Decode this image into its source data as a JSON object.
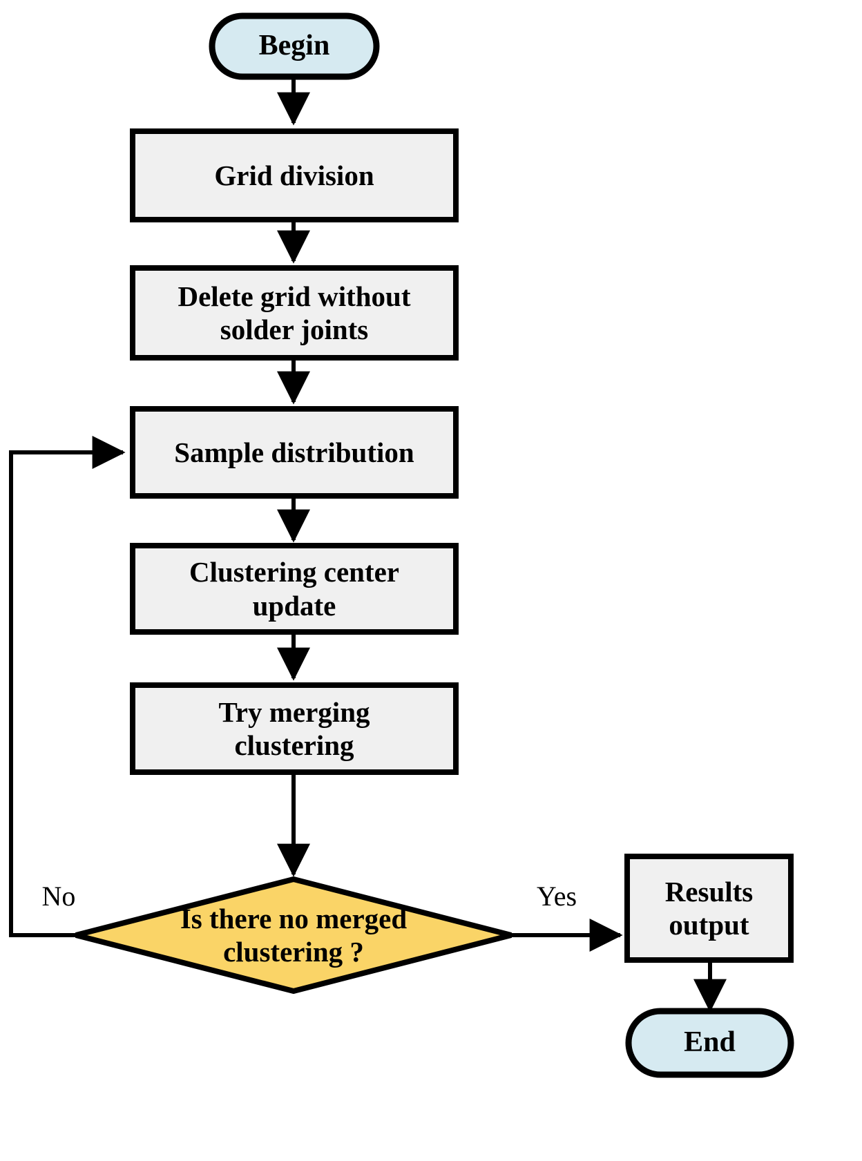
{
  "diagram": {
    "title": "Grid-based clustering algorithm flowchart",
    "type": "flowchart",
    "colors": {
      "terminal_fill": "#d6eaf1",
      "process_fill": "#f0f0f0",
      "decision_fill": "#fad467",
      "stroke": "#000000",
      "text": "#000000",
      "background": "#ffffff"
    },
    "nodes": [
      {
        "id": "begin",
        "shape": "terminal",
        "label": "Begin"
      },
      {
        "id": "grid",
        "shape": "process",
        "label": "Grid division"
      },
      {
        "id": "delete",
        "shape": "process",
        "label": "Delete grid without\nsolder joints"
      },
      {
        "id": "sample",
        "shape": "process",
        "label": "Sample distribution"
      },
      {
        "id": "center",
        "shape": "process",
        "label": "Clustering center\nupdate"
      },
      {
        "id": "merge",
        "shape": "process",
        "label": "Try merging\nclustering"
      },
      {
        "id": "decide",
        "shape": "decision",
        "label": "Is there no merged\nclustering ?"
      },
      {
        "id": "results",
        "shape": "process",
        "label": "Results\noutput"
      },
      {
        "id": "end",
        "shape": "terminal",
        "label": "End"
      }
    ],
    "edges": [
      {
        "from": "begin",
        "to": "grid",
        "label": ""
      },
      {
        "from": "grid",
        "to": "delete",
        "label": ""
      },
      {
        "from": "delete",
        "to": "sample",
        "label": ""
      },
      {
        "from": "sample",
        "to": "center",
        "label": ""
      },
      {
        "from": "center",
        "to": "merge",
        "label": ""
      },
      {
        "from": "merge",
        "to": "decide",
        "label": ""
      },
      {
        "from": "decide",
        "to": "sample",
        "label": "No"
      },
      {
        "from": "decide",
        "to": "results",
        "label": "Yes"
      },
      {
        "from": "results",
        "to": "end",
        "label": ""
      }
    ],
    "branch_labels": {
      "no": "No",
      "yes": "Yes"
    }
  }
}
